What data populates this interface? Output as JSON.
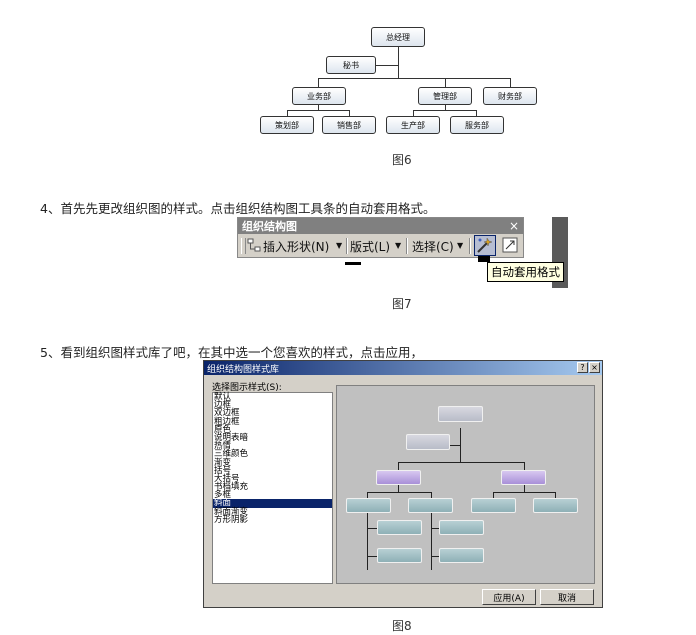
{
  "fig6": {
    "root": "总经理",
    "assistant": "秘书",
    "departments": [
      "业务部",
      "管理部",
      "财务部"
    ],
    "sub_business": [
      "策划部",
      "销售部"
    ],
    "sub_management": [
      "生产部",
      "服务部"
    ],
    "caption": "图6"
  },
  "step4": {
    "text": "4、首先先更改组织图的样式。点击组织结构图工具条的自动套用格式。"
  },
  "toolbar": {
    "title": "组织结构图",
    "close": "×",
    "insert_shape": "插入形状(N)",
    "layout": "版式(L)",
    "select": "选择(C)",
    "tooltip": "自动套用格式"
  },
  "fig7": {
    "caption": "图7"
  },
  "step5": {
    "text": "5、看到组织图样式库了吧，在其中选一个您喜欢的样式，点击应用，"
  },
  "dialog": {
    "title": "组织结构图样式库",
    "help": "?",
    "close": "×",
    "list_label": "选择图示样式(S):",
    "styles": [
      "默认",
      "边框",
      "双边框",
      "粗边框",
      "原色",
      "说明表暗",
      "热情",
      "三维颜色",
      "渐变",
      "括号",
      "大括号",
      "书档填充",
      "多框",
      "斜面",
      "斜面渐变",
      "方形阴影"
    ],
    "selected_index": 13,
    "apply_label": "应用(A)",
    "cancel_label": "取消"
  },
  "fig8": {
    "caption": "图8"
  },
  "colors": {
    "selection": "#0a246a",
    "preview_bg": "#c0c0c0",
    "preview_purple": "#b8a0e0",
    "preview_teal": "#9ebcc0"
  }
}
